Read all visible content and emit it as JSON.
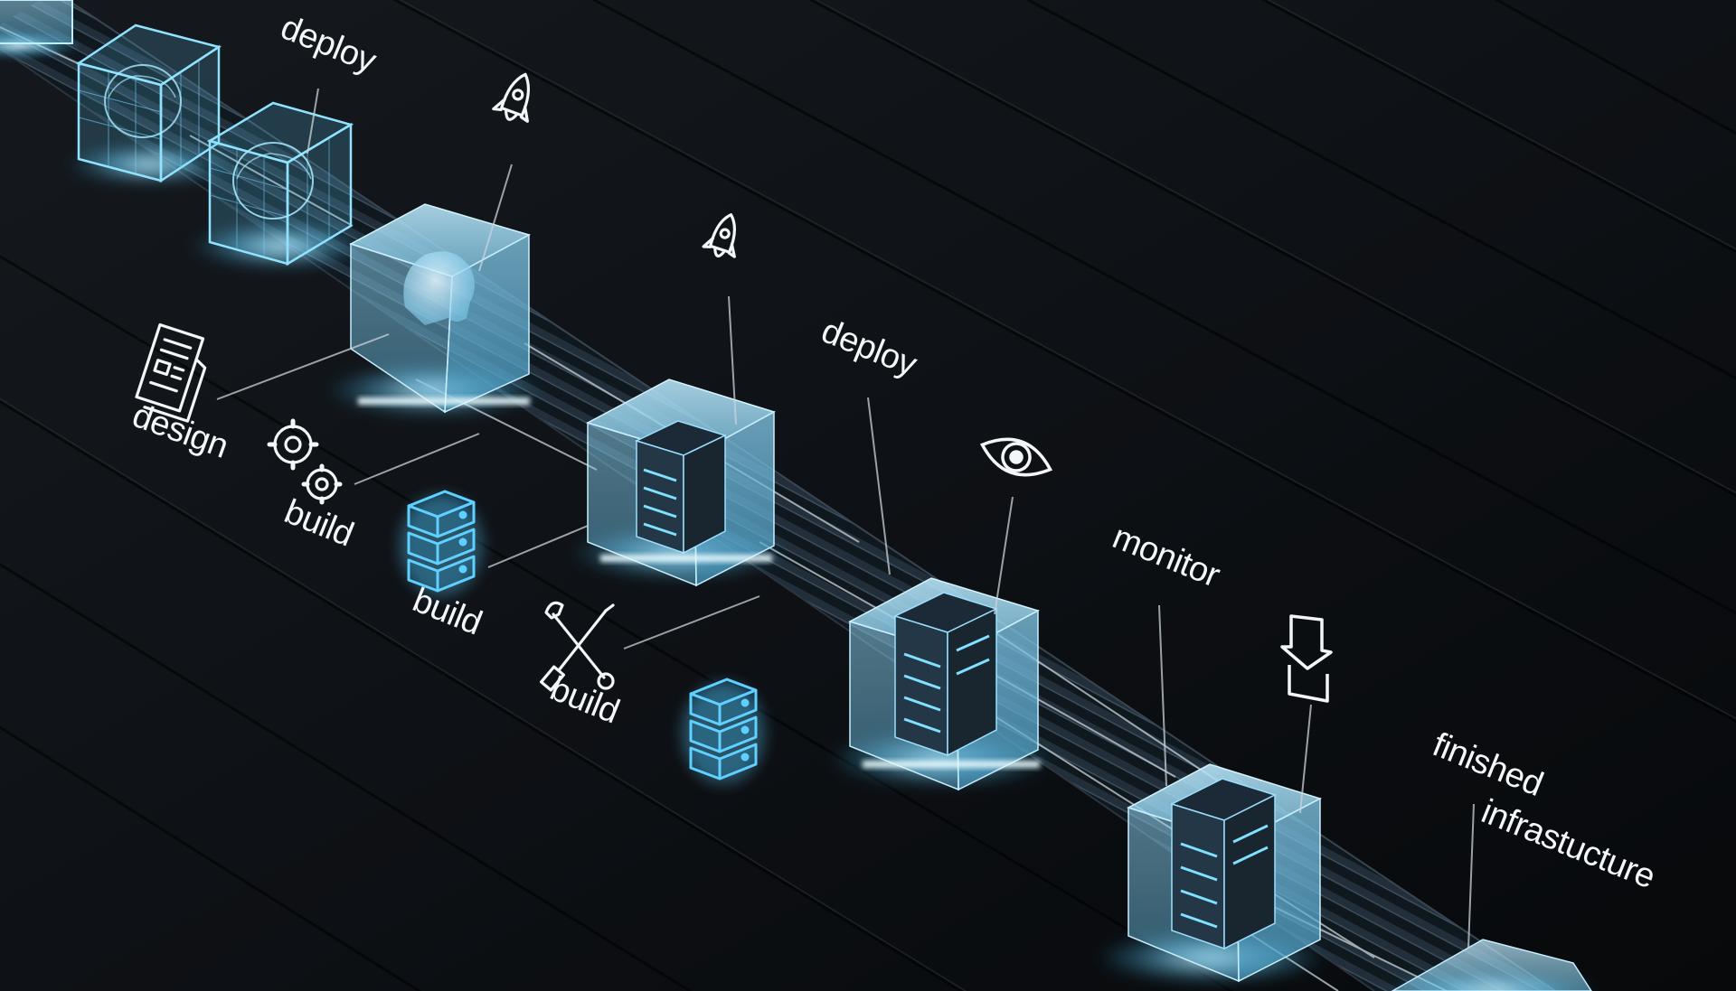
{
  "labels": {
    "deploy_top": "deploy",
    "design": "design",
    "build_gears": "build",
    "build_servers": "build",
    "build_tools": "build",
    "deploy_mid": "deploy",
    "monitor": "monitor",
    "finished_line1": "finished",
    "finished_line2": "infrastucture"
  },
  "colors": {
    "background": "#0b0d10",
    "glow": "#5fd0ff",
    "cube_fill": "#9fd8f0",
    "label_text": "#f4f7fa"
  },
  "icons": [
    "rocket-icon",
    "document-icon",
    "gears-icon",
    "server-stack-icon",
    "wrench-screwdriver-icon",
    "eye-icon",
    "download-icon"
  ],
  "stages": [
    "wireframe-head",
    "wireframe-head",
    "solid-head",
    "server",
    "server",
    "server",
    "partial"
  ]
}
